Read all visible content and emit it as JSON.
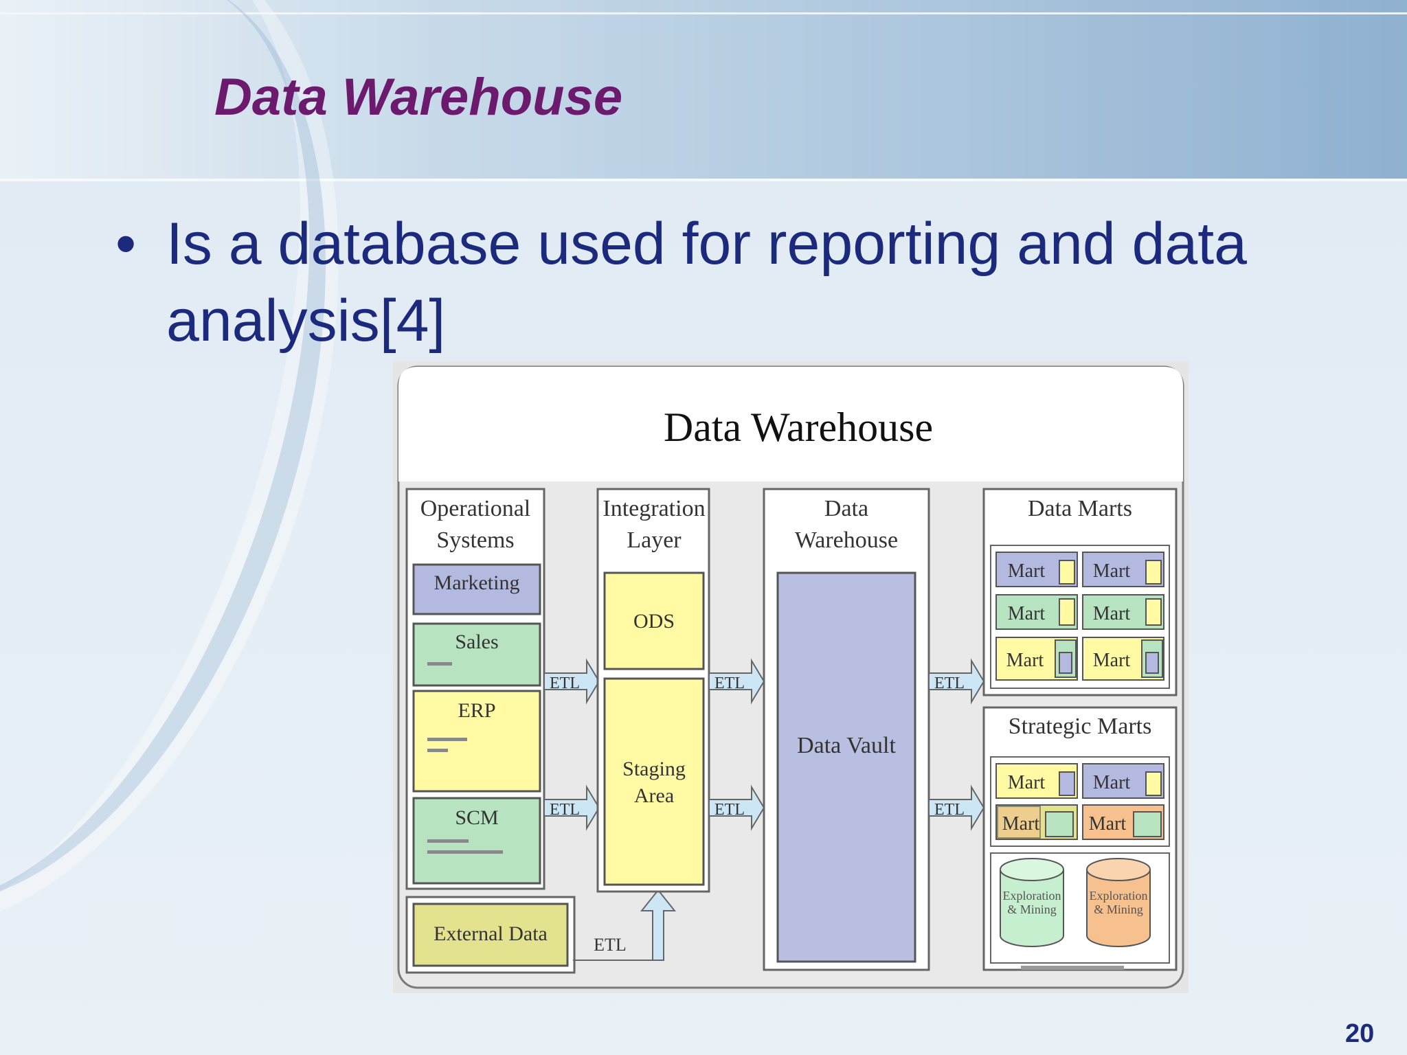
{
  "slide": {
    "title": "Data Warehouse",
    "bullet_symbol": "•",
    "bullet_line1": "Is a database used for reporting and data",
    "bullet_line2": "analysis[4]",
    "page_number": "20"
  },
  "diagram": {
    "title": "Data Warehouse",
    "operational": {
      "heading1": "Operational",
      "heading2": "Systems",
      "marketing": "Marketing",
      "sales": "Sales",
      "erp": "ERP",
      "scm": "SCM"
    },
    "external_data": "External Data",
    "integration": {
      "heading1": "Integration",
      "heading2": "Layer",
      "ods": "ODS",
      "staging1": "Staging",
      "staging2": "Area"
    },
    "warehouse": {
      "heading1": "Data",
      "heading2": "Warehouse",
      "vault": "Data Vault"
    },
    "data_marts": {
      "heading": "Data Marts",
      "mart_label": "Mart"
    },
    "strategic_marts": {
      "heading": "Strategic Marts",
      "exploration1": "Exploration",
      "exploration2": "& Mining"
    },
    "etl_label": "ETL",
    "colors": {
      "marketing": "#b4b9df",
      "sales": "#b8e3c0",
      "yellow": "#fffaa3",
      "vault": "#b8bfe0",
      "external": "#e3e38f",
      "arrow": "#cde6f5",
      "cyl_green": "#c6efcf",
      "cyl_orange": "#f6c18f"
    }
  }
}
